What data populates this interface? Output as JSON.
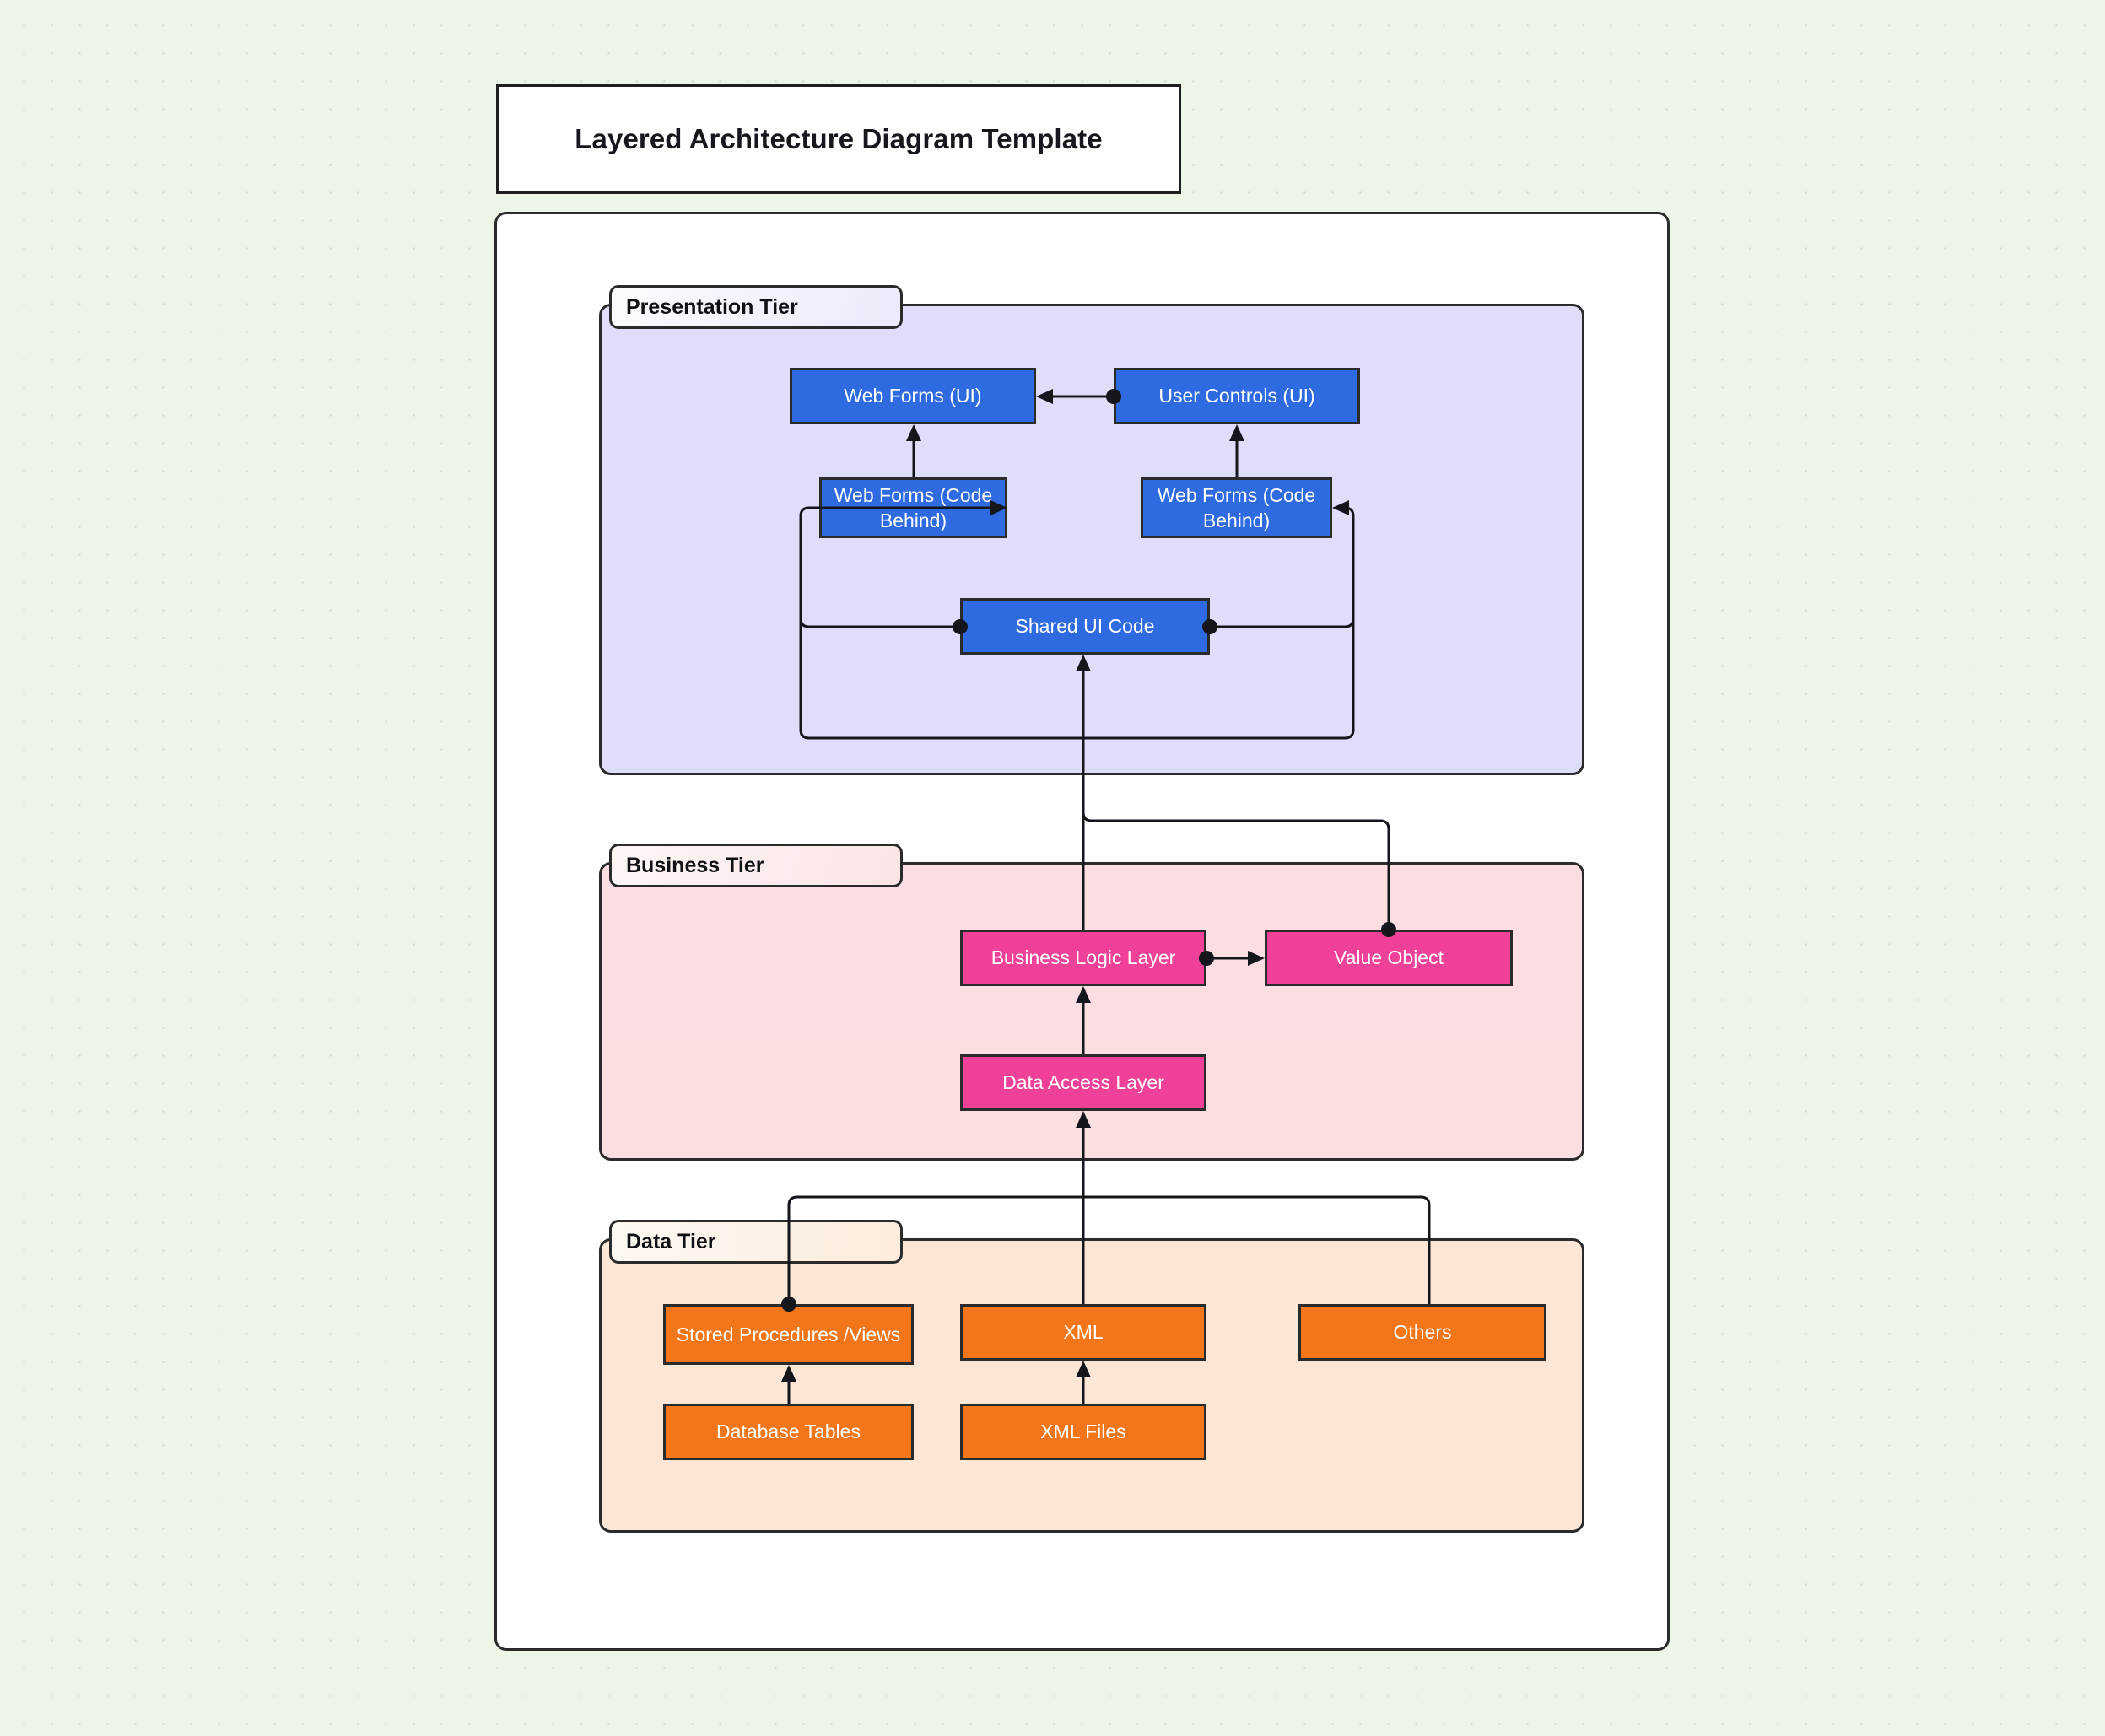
{
  "title": {
    "text": "Layered Architecture Diagram Template"
  },
  "colors": {
    "canvas_background": "#edf5e6",
    "panel_background": "#ffffff",
    "border": "#2b2b2b",
    "presentation_tier_fill": "#dedefb",
    "business_tier_fill": "#fcdde2",
    "data_tier_fill": "#fce6d6",
    "presentation_node": "#2f6be0",
    "business_node": "#ee4197",
    "data_node": "#f4761a",
    "connector": "#14161c",
    "node_text": "#ffffff"
  },
  "tiers": [
    {
      "id": "presentation",
      "label": "Presentation Tier",
      "nodes": [
        {
          "id": "web-forms-ui",
          "label": "Web Forms (UI)"
        },
        {
          "id": "user-controls-ui",
          "label": "User Controls (UI)"
        },
        {
          "id": "web-forms-code-behind-left",
          "label": "Web Forms (Code Behind)"
        },
        {
          "id": "web-forms-code-behind-right",
          "label": "Web Forms (Code Behind)"
        },
        {
          "id": "shared-ui-code",
          "label": "Shared UI Code"
        }
      ]
    },
    {
      "id": "business",
      "label": "Business Tier",
      "nodes": [
        {
          "id": "business-logic-layer",
          "label": "Business Logic Layer"
        },
        {
          "id": "value-object",
          "label": "Value Object"
        },
        {
          "id": "data-access-layer",
          "label": "Data Access Layer"
        }
      ]
    },
    {
      "id": "data",
      "label": "Data Tier",
      "nodes": [
        {
          "id": "stored-procedures-views",
          "label": "Stored Procedures /Views"
        },
        {
          "id": "xml",
          "label": "XML"
        },
        {
          "id": "others",
          "label": "Others"
        },
        {
          "id": "database-tables",
          "label": "Database Tables"
        },
        {
          "id": "xml-files",
          "label": "XML Files"
        }
      ]
    }
  ],
  "connections": [
    {
      "from": "user-controls-ui",
      "to": "web-forms-ui",
      "style": "dot-to-arrow"
    },
    {
      "from": "web-forms-code-behind-left",
      "to": "web-forms-ui",
      "style": "arrow"
    },
    {
      "from": "web-forms-code-behind-right",
      "to": "user-controls-ui",
      "style": "arrow"
    },
    {
      "from": "shared-ui-code",
      "to": "web-forms-code-behind-left",
      "style": "dot-to-arrow"
    },
    {
      "from": "shared-ui-code",
      "to": "web-forms-code-behind-right",
      "style": "dot-to-arrow"
    },
    {
      "from": "business-logic-layer",
      "to": "shared-ui-code",
      "style": "arrow"
    },
    {
      "from": "business-logic-layer",
      "to": "value-object",
      "style": "dot-to-arrow"
    },
    {
      "from": "value-object",
      "to": "shared-ui-code",
      "style": "dot-line"
    },
    {
      "from": "data-access-layer",
      "to": "business-logic-layer",
      "style": "arrow"
    },
    {
      "from": "xml",
      "to": "data-access-layer",
      "style": "arrow"
    },
    {
      "from": "stored-procedures-views",
      "to": "data-access-layer",
      "style": "dot-line"
    },
    {
      "from": "others",
      "to": "data-access-layer",
      "style": "line"
    },
    {
      "from": "database-tables",
      "to": "stored-procedures-views",
      "style": "arrow"
    },
    {
      "from": "xml-files",
      "to": "xml",
      "style": "arrow"
    }
  ]
}
